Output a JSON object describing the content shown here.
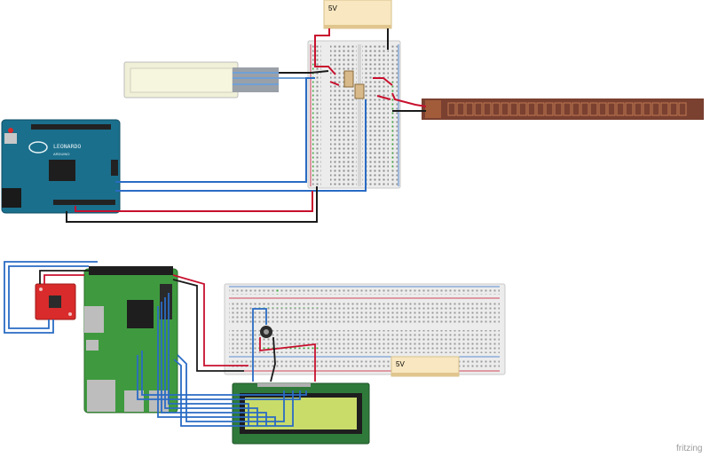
{
  "labels": {
    "supply_top": "5V",
    "supply_bottom": "5V",
    "arduino_name": "LEONARDO",
    "arduino_brand": "ARDUINO",
    "watermark": "fritzing"
  },
  "colors": {
    "wire_red": "#c8102e",
    "wire_blue": "#2a6bc4",
    "wire_black": "#1a1a1a",
    "wire_green": "#2e8b3c",
    "arduino_board": "#1a6f8c",
    "pi_board": "#3f9a3f",
    "lcd_board": "#2f7a3a",
    "lcd_screen": "#c9dc6a",
    "breadboard": "#ececec",
    "supply_fill": "#f8e7c0",
    "flex_sensor": "#7a4030",
    "sensor_board": "#d92b2b"
  },
  "components": [
    {
      "name": "power-supply-top",
      "label_key": "supply_top"
    },
    {
      "name": "power-supply-bottom",
      "label_key": "supply_bottom"
    },
    {
      "name": "arduino-leonardo"
    },
    {
      "name": "breadboard-top"
    },
    {
      "name": "breadboard-bottom"
    },
    {
      "name": "flex-sensor"
    },
    {
      "name": "force-sensor"
    },
    {
      "name": "raspberry-pi"
    },
    {
      "name": "accelerometer-breakout"
    },
    {
      "name": "potentiometer"
    },
    {
      "name": "lcd-16x2"
    }
  ]
}
